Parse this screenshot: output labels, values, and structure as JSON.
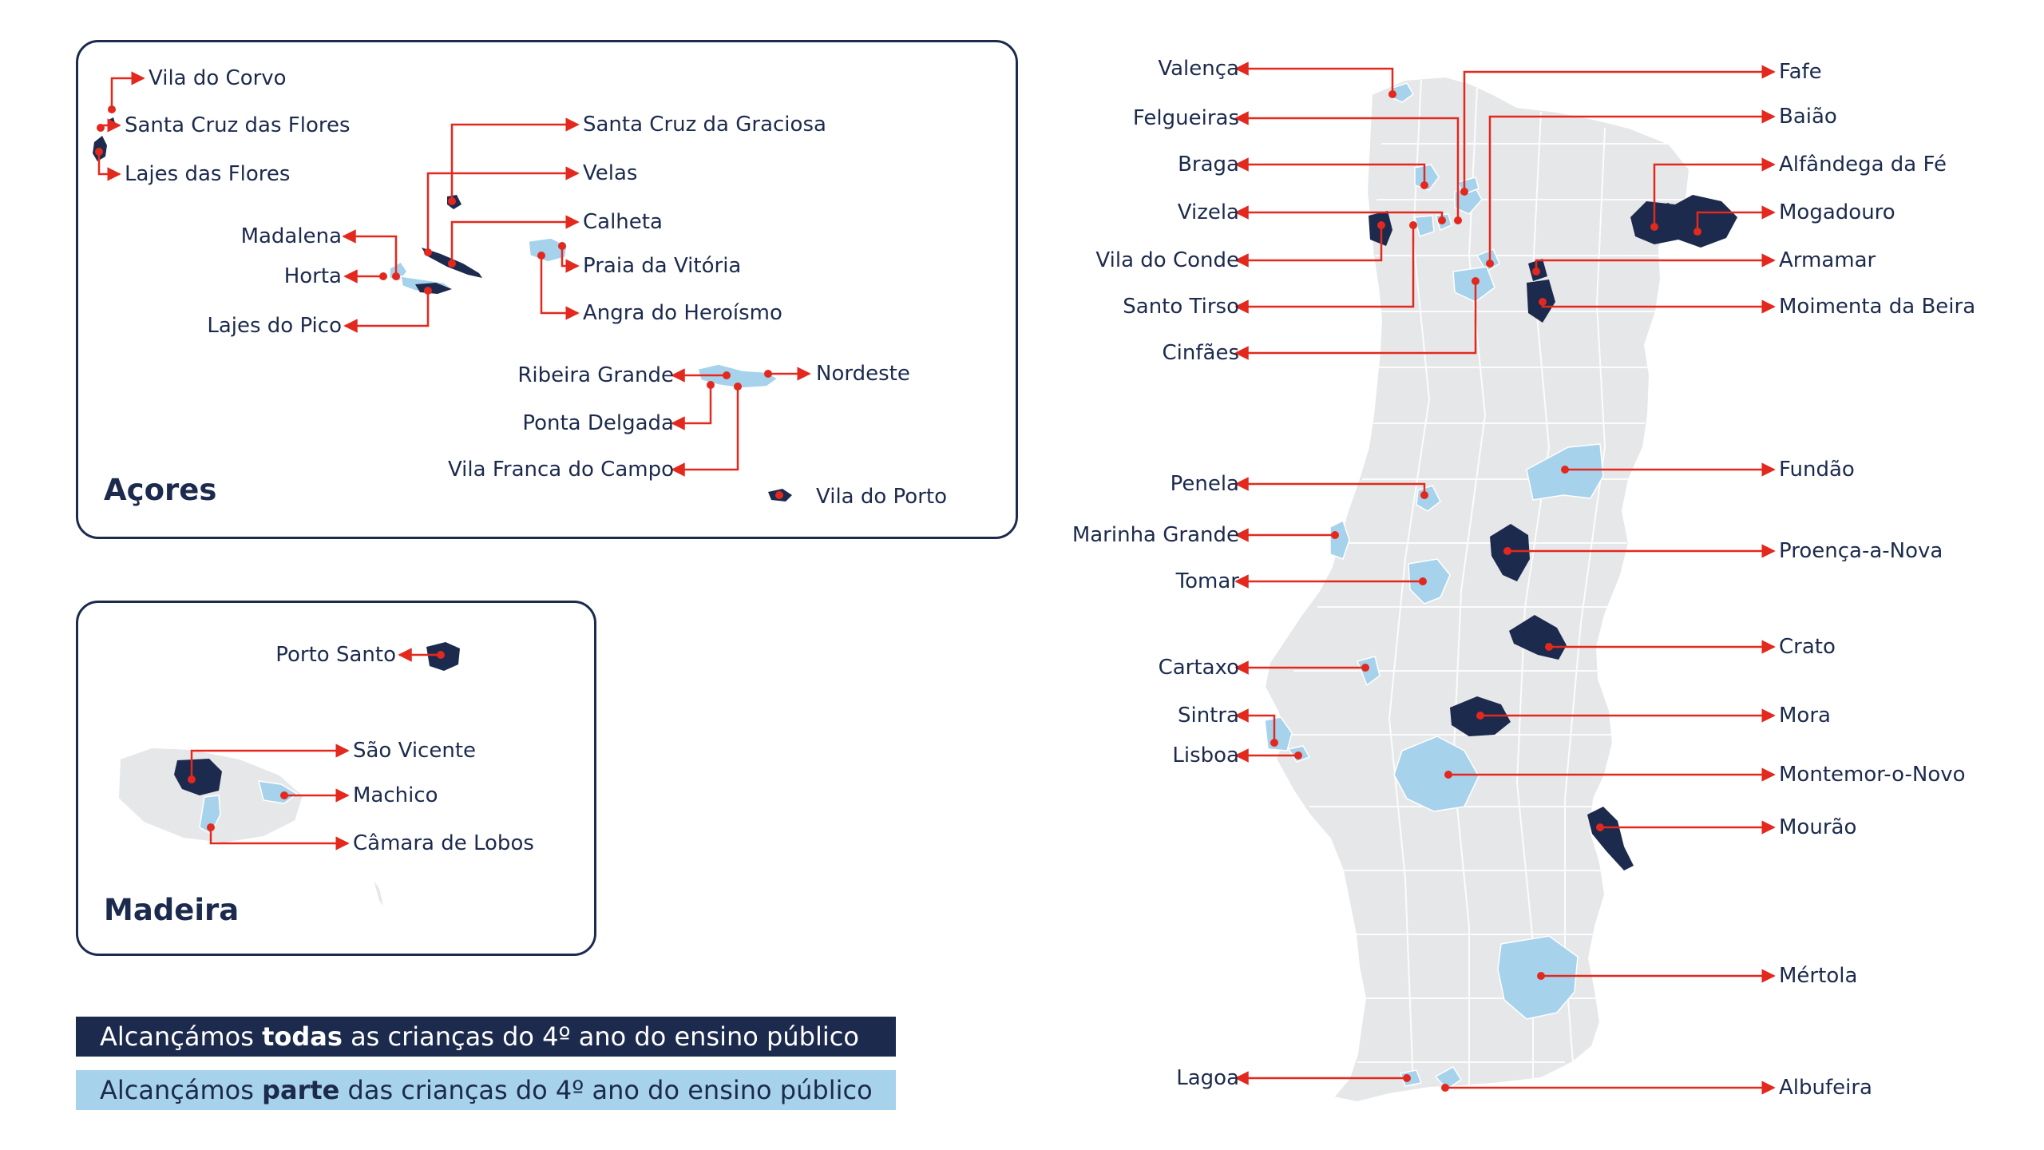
{
  "colors": {
    "full": "#1c2a4d",
    "partial": "#a7d2ec",
    "base": "#e6e7e9",
    "border": "#ffffff",
    "leader": "#e3281e"
  },
  "azores": {
    "title": "Açores",
    "places": {
      "vila_do_corvo": "Vila do Corvo",
      "santa_cruz_das_flores": "Santa Cruz das Flores",
      "lajes_das_flores": "Lajes das Flores",
      "santa_cruz_da_graciosa": "Santa Cruz da Graciosa",
      "velas": "Velas",
      "calheta": "Calheta",
      "madalena": "Madalena",
      "horta": "Horta",
      "praia_da_vitoria": "Praia da Vitória",
      "lajes_do_pico": "Lajes do Pico",
      "angra_do_heroismo": "Angra do Heroísmo",
      "ribeira_grande": "Ribeira Grande",
      "nordeste": "Nordeste",
      "ponta_delgada": "Ponta Delgada",
      "vila_franca_do_campo": "Vila Franca do Campo",
      "vila_do_porto": "Vila do Porto"
    }
  },
  "madeira": {
    "title": "Madeira",
    "places": {
      "porto_santo": "Porto Santo",
      "sao_vicente": "São Vicente",
      "machico": "Machico",
      "camara_de_lobos": "Câmara de Lobos"
    }
  },
  "mainland": {
    "places": {
      "valenca": "Valença",
      "felgueiras": "Felgueiras",
      "braga": "Braga",
      "vizela": "Vizela",
      "vila_do_conde": "Vila do Conde",
      "santo_tirso": "Santo Tirso",
      "cinfaes": "Cinfães",
      "penela": "Penela",
      "marinha_grande": "Marinha Grande",
      "tomar": "Tomar",
      "cartaxo": "Cartaxo",
      "sintra": "Sintra",
      "lisboa": "Lisboa",
      "lagoa": "Lagoa",
      "fafe": "Fafe",
      "baiao": "Baião",
      "alfandega_da_fe": "Alfândega da Fé",
      "mogadouro": "Mogadouro",
      "armamar": "Armamar",
      "moimenta_da_beira": "Moimenta da Beira",
      "fundao": "Fundão",
      "proenca_a_nova": "Proença-a-Nova",
      "crato": "Crato",
      "mora": "Mora",
      "montemor_o_novo": "Montemor-o-Novo",
      "mourao": "Mourão",
      "mertola": "Mértola",
      "albufeira": "Albufeira"
    }
  },
  "legend": {
    "full": {
      "pre": "Alcançámos ",
      "bold": "todas",
      "post": " as crianças do 4º ano do ensino público"
    },
    "partial": {
      "pre": "Alcançámos ",
      "bold": "parte",
      "post": " das crianças do 4º ano do ensino público"
    }
  }
}
